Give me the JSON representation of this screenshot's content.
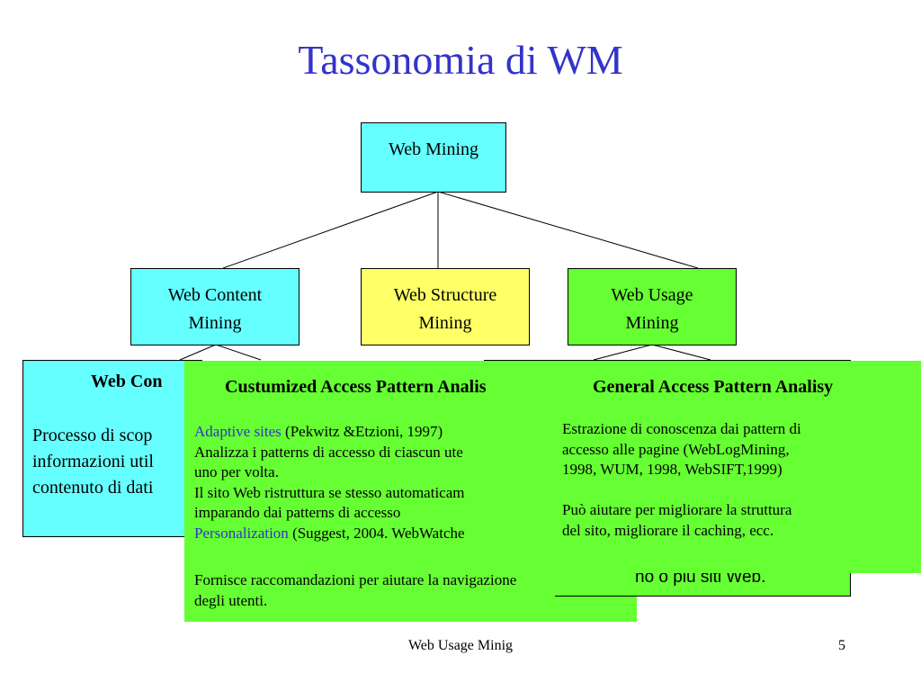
{
  "slide": {
    "title": "Tassonomia di WM",
    "footer": "Web Usage Minig",
    "page_number": "5"
  },
  "tree": {
    "root": "Web Mining",
    "content": "Web Content\nMining",
    "structure": "Web Structure\nMining",
    "usage": "Web Usage\nMining"
  },
  "content_detail": {
    "heading": "Web Con",
    "body": "Processo di scop\ninformazioni util\ncontenuto di dati"
  },
  "behind_box": {
    "visible_text": "no o più siti Web."
  },
  "customized": {
    "heading": "Custumized Access Pattern Analis",
    "adaptive_label": "Adaptive sites",
    "adaptive_ref": " (Pekwitz &Etzioni, 1997)",
    "adaptive_body": "Analizza i patterns di accesso di ciascun ute\nuno per volta.\nIl sito Web ristruttura se stesso automaticam\nimparando dai patterns di accesso",
    "personalization_label": "Personalization",
    "personalization_ref": " (Suggest, 2004. WebWatche",
    "personalization_body": "Fornisce raccomandazioni per aiutare la navigazione\ndegli utenti."
  },
  "general": {
    "heading": "General Access Pattern Analisy",
    "body": "Estrazione di conoscenza dai pattern di\naccesso alle pagine (WebLogMining,\n1998, WUM, 1998, WebSIFT,1999)\n\nPuò aiutare per migliorare la struttura\ndel sito, migliorare il caching, ecc."
  },
  "colors": {
    "title": "#3333cc",
    "cyan_box": "#66ffff",
    "yellow_box": "#ffff66",
    "green_box": "#66ff33",
    "link_blue": "#3333cc"
  }
}
